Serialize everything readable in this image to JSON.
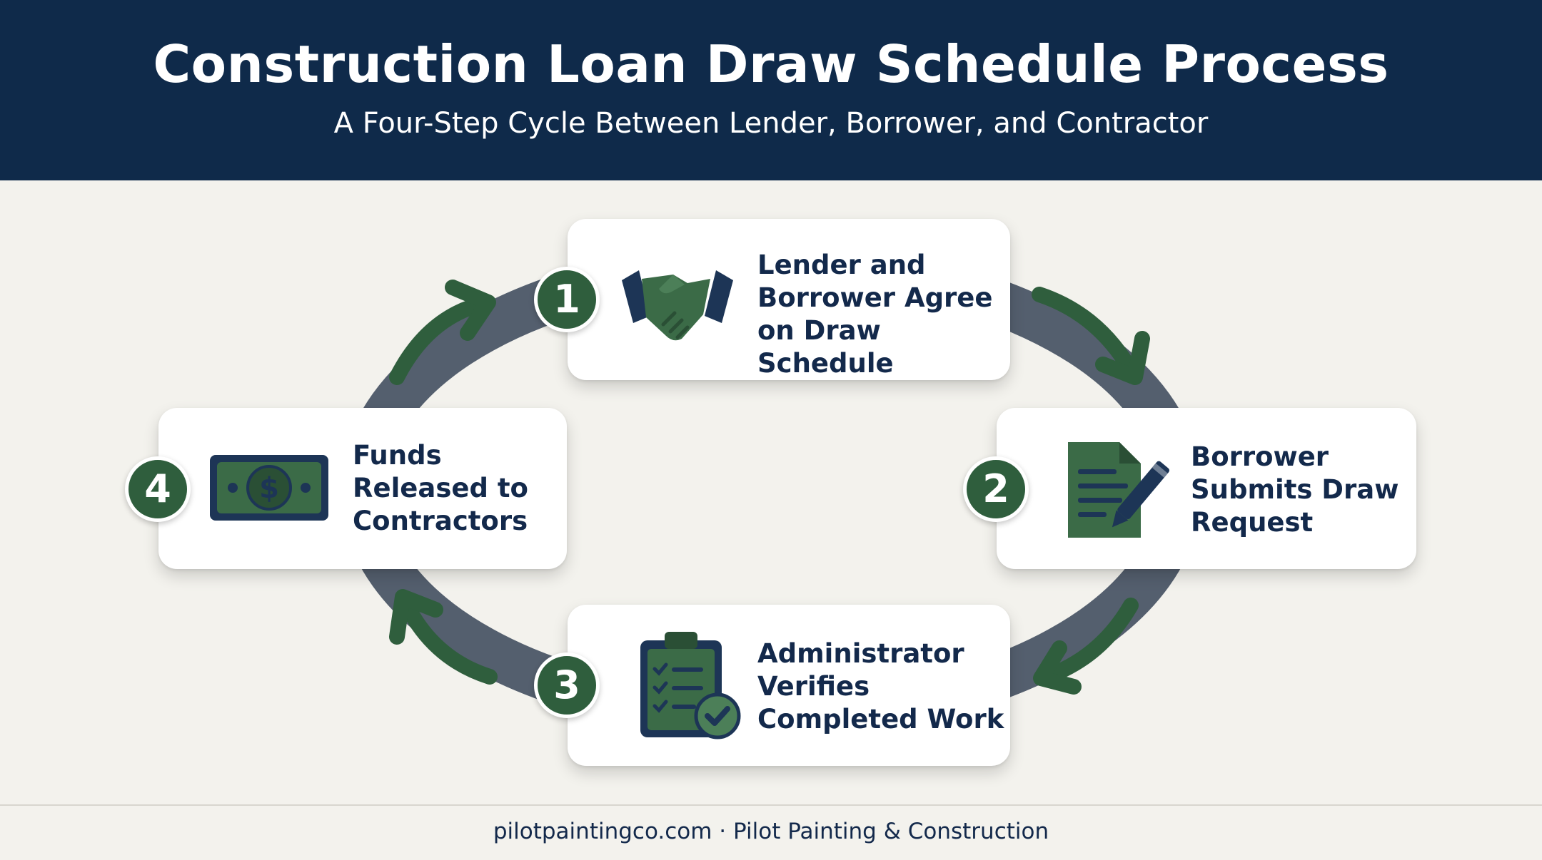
{
  "header": {
    "title": "Construction Loan Draw Schedule Process",
    "subtitle": "A Four-Step Cycle Between Lender, Borrower, and Contractor"
  },
  "steps": [
    {
      "number": "1",
      "label": "Lender and Borrower Agree on Draw Schedule",
      "lines": [
        "Lender and",
        "Borrower Agree",
        "on Draw Schedule"
      ],
      "icon": "handshake-icon"
    },
    {
      "number": "2",
      "label": "Borrower Submits Draw Request",
      "lines": [
        "Borrower",
        "Submits Draw",
        "Request"
      ],
      "icon": "document-pen-icon"
    },
    {
      "number": "3",
      "label": "Administrator Verifies Completed Work",
      "lines": [
        "Administrator",
        "Verifies",
        "Completed Work"
      ],
      "icon": "clipboard-check-icon"
    },
    {
      "number": "4",
      "label": "Funds Released to Contractors",
      "lines": [
        "Funds",
        "Released to",
        "Contractors"
      ],
      "icon": "money-bill-icon"
    }
  ],
  "footer": {
    "text": "pilotpaintingco.com · Pilot Painting & Construction"
  },
  "colors": {
    "header_bg": "#0f2a4a",
    "page_bg": "#f3f2ed",
    "accent_green": "#2f5e3d",
    "ring_gray": "#545f6e",
    "text_navy": "#13294b"
  }
}
